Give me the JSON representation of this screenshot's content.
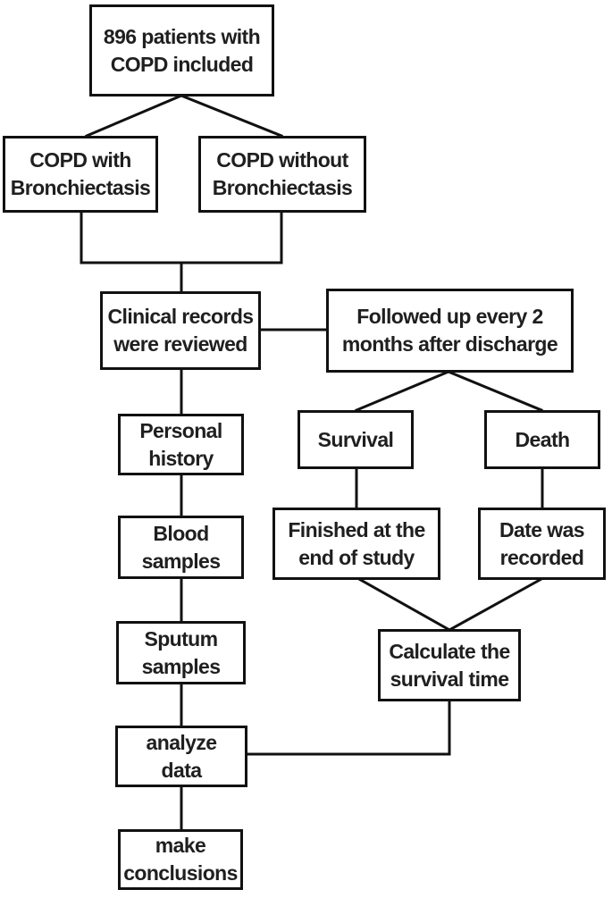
{
  "colors": {
    "background": "#ffffff",
    "line": "#111111",
    "text": "#1f1f1f",
    "box_fill": "#ffffff"
  },
  "nodes": {
    "patients": {
      "label": "896 patients with\nCOPD included"
    },
    "copd_with": {
      "label": "COPD with\nBronchiectasis"
    },
    "copd_without": {
      "label": "COPD without\nBronchiectasis"
    },
    "clinical": {
      "label": "Clinical records\nwere reviewed"
    },
    "followed": {
      "label": "Followed up every 2\nmonths after discharge"
    },
    "personal": {
      "label": "Personal\nhistory"
    },
    "survival": {
      "label": "Survival"
    },
    "death": {
      "label": "Death"
    },
    "blood": {
      "label": "Blood\nsamples"
    },
    "finished": {
      "label": "Finished at the\nend of study"
    },
    "date": {
      "label": "Date was\nrecorded"
    },
    "sputum": {
      "label": "Sputum\nsamples"
    },
    "calculate": {
      "label": "Calculate the\nsurvival time"
    },
    "analyze": {
      "label": "analyze\ndata"
    },
    "conclusions": {
      "label": "make\nconclusions"
    }
  },
  "edges": [
    {
      "from": "patients",
      "to": "copd_with"
    },
    {
      "from": "patients",
      "to": "copd_without"
    },
    {
      "from": "copd_with",
      "to": "clinical"
    },
    {
      "from": "copd_without",
      "to": "clinical"
    },
    {
      "from": "clinical",
      "to": "followed"
    },
    {
      "from": "clinical",
      "to": "personal"
    },
    {
      "from": "followed",
      "to": "survival"
    },
    {
      "from": "followed",
      "to": "death"
    },
    {
      "from": "survival",
      "to": "finished"
    },
    {
      "from": "death",
      "to": "date"
    },
    {
      "from": "finished",
      "to": "calculate"
    },
    {
      "from": "date",
      "to": "calculate"
    },
    {
      "from": "personal",
      "to": "blood"
    },
    {
      "from": "blood",
      "to": "sputum"
    },
    {
      "from": "sputum",
      "to": "analyze"
    },
    {
      "from": "calculate",
      "to": "analyze"
    },
    {
      "from": "analyze",
      "to": "conclusions"
    }
  ]
}
